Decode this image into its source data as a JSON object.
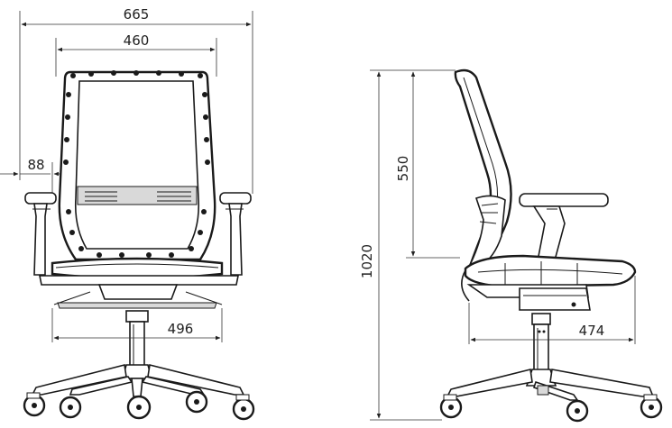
{
  "front_view": {
    "overall_width": "665",
    "back_width": "460",
    "armrest_offset": "88",
    "base_width": "496"
  },
  "side_view": {
    "back_height": "550",
    "overall_height": "1020",
    "seat_depth": "474"
  },
  "colors": {
    "line": "#1a1a1a",
    "dimension": "#333333",
    "background": "#ffffff"
  }
}
